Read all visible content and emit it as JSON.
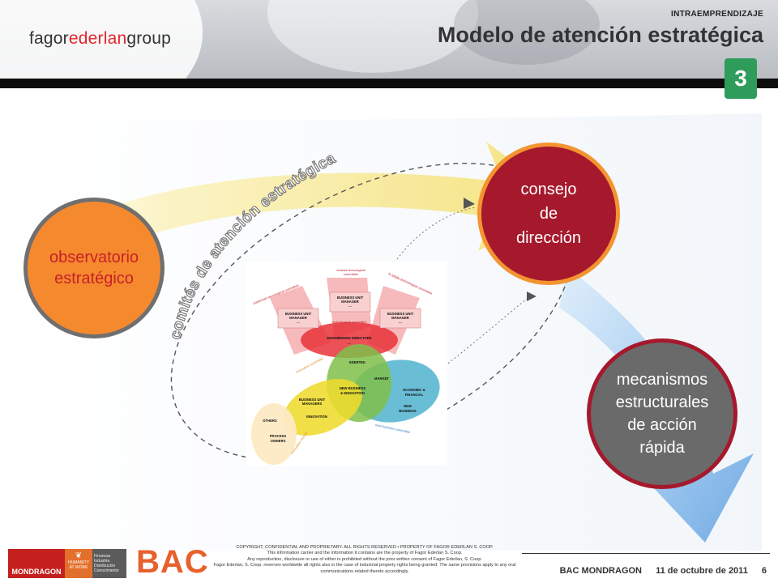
{
  "header": {
    "logo_part1": "fagor",
    "logo_part2": "ederlan",
    "logo_part3": "group",
    "section_label": "INTRAEMPRENDIZAJE",
    "title": "Modelo de atención estratégica",
    "slide_badge": "3"
  },
  "diagram": {
    "arc_label": "comités de atención estratégica",
    "nodes": {
      "observatorio": [
        "observatorio",
        "estratégico"
      ],
      "consejo": [
        "consejo",
        "de",
        "dirección"
      ],
      "mecanismos": [
        "mecanismos",
        "estructurales",
        "de acción",
        "rápida"
      ]
    },
    "org_chart": {
      "committees": {
        "powertrain": "powertrain tecnological committee",
        "chassis_line1": "chassis tecnological",
        "chassis_line2": "committee",
        "fe_tafalla": "fe tafalla technological committee",
        "technological": "technological committee",
        "innovation": "innovation committee",
        "new_business": "new business committee",
        "innovation_council": "innovation council"
      },
      "units": {
        "bum_left": [
          "BUSINESS UNIT",
          "MANAGER",
          "..."
        ],
        "bum_center": [
          "BUSINESS UNIT",
          "MANAGER",
          "..."
        ],
        "bum_right": [
          "BUSINESS UNIT",
          "MANAGER",
          "..."
        ],
        "engineering": [
          "ENGINEERING DIRECTORS",
          "..."
        ],
        "ederlek": "EDERTEK",
        "market": "MARKET",
        "new_business_innovation": [
          "NEW BUSINESS",
          "& INNOVATION"
        ],
        "economic": [
          "ECONOMIC &",
          "FINANCIAL"
        ],
        "new_business": [
          "NEW",
          "BUSINESS"
        ],
        "bu_managers": [
          "BUSINESS UNIT",
          "MANAGERS"
        ],
        "innovation": "INNOVATION",
        "others": "OTHERS",
        "process_owners": [
          "PROCESS",
          "OWNERS"
        ]
      }
    },
    "colors": {
      "orange": "#f5892d",
      "burgundy": "#a6182c",
      "grey": "#6a6a6a",
      "arrow_yellow": "#f4e58a",
      "arrow_blue": "#7fb2e5",
      "badge_green": "#2e9c5a"
    }
  },
  "footer": {
    "mondragon": "MONDRAGON",
    "humanity": [
      "HUMANITY",
      "AT WORK"
    ],
    "finanzas": [
      "Finanzas",
      "Industria",
      "Distribución",
      "Conocimiento"
    ],
    "bac": "BAC",
    "copyright": [
      "COPYRIGHT, CONFIDENTIAL AND PROPRIETARY. ALL RIGHTS RESERVED • PROPERTY OF FAGOR EDERLAN S. COOP.",
      "This information carrier and the information it contains are the property of Fagor Ederlan S. Coop.",
      "Any reproduction, disclosure or use of either is prohibited without the prior written consent of Fagor Ederlan, S. Coop.",
      "Fagor Ederlan, S. Coop. reserves worldwide all rights also in the case of industrial property rights being granted. The same provisions apply to any oral",
      "communications related thereto accordingly."
    ],
    "org": "BAC MONDRAGON",
    "date": "11 de octubre de 2011",
    "page": "6"
  }
}
